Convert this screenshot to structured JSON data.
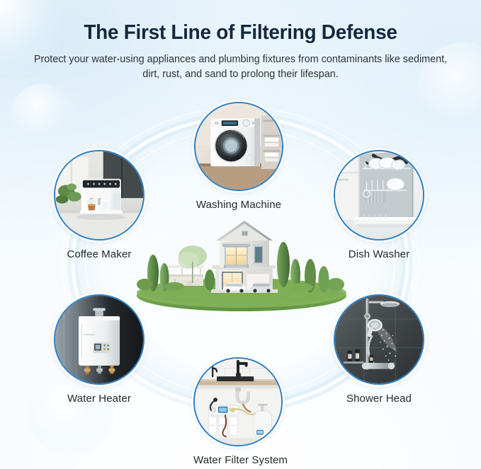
{
  "header": {
    "title": "The First Line of Filtering Defense",
    "subtitle": "Protect your water-using appliances and plumbing fixtures from contaminants like sediment, dirt, rust, and sand to prolong their lifespan."
  },
  "colors": {
    "title": "#14283c",
    "subtitle": "#2f3336",
    "circle_border": "#2b7fc4",
    "caption": "#25282b",
    "background_top": "#eaf4fb",
    "background_bottom": "#ffffff",
    "lawn_green": "#7cab54"
  },
  "center": {
    "name": "house-illustration",
    "description": "Two-story suburban house with lawn, trees, patio and two cars"
  },
  "nodes": [
    {
      "id": "washing-machine",
      "label": "Washing Machine",
      "icon": "washing-machine-photo"
    },
    {
      "id": "coffee-maker",
      "label": "Coffee Maker",
      "icon": "coffee-maker-photo"
    },
    {
      "id": "dish-washer",
      "label": "Dish Washer",
      "icon": "dish-washer-photo"
    },
    {
      "id": "water-heater",
      "label": "Water Heater",
      "icon": "water-heater-photo"
    },
    {
      "id": "shower-head",
      "label": "Shower Head",
      "icon": "shower-head-photo"
    },
    {
      "id": "water-filter",
      "label": "Water Filter System",
      "icon": "water-filter-system-photo"
    }
  ]
}
